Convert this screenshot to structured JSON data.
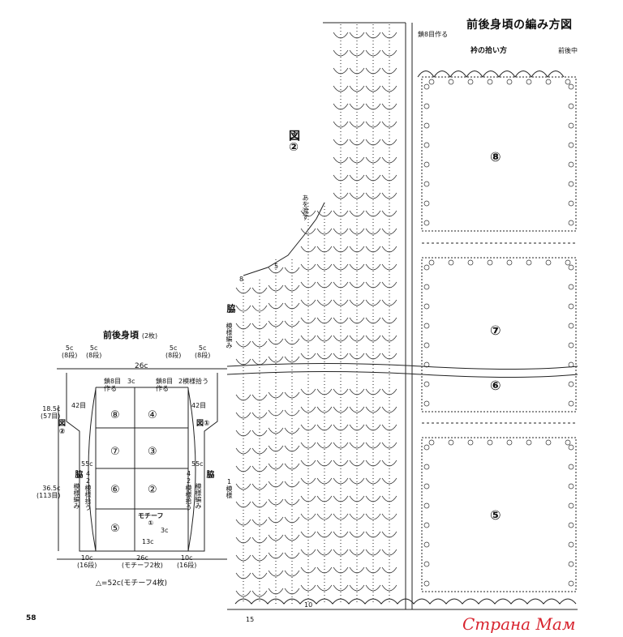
{
  "main_chart": {
    "title": "前後身頃の編み方図",
    "annotations": {
      "chain8_top": "鎖8目作る",
      "collar_pickup": "衿の拾い方",
      "collar_right": "前後中",
      "figure2": "図②",
      "side_label": "脇",
      "side_pattern": "模様編み",
      "pattern1": "1模様",
      "a_label": "あを渡す",
      "num_8": "8",
      "num_5": "5",
      "num_10": "10",
      "num_15": "15"
    },
    "motifs": [
      "⑧",
      "⑦",
      "⑥",
      "⑤"
    ]
  },
  "small_diagram": {
    "title": "前後身頃",
    "title_note": "(2枚)",
    "top_dims": [
      {
        "c": "5c",
        "rows": "(8段)"
      },
      {
        "c": "5c",
        "rows": "(8段)"
      },
      {
        "c": "5c",
        "rows": "(8段)"
      },
      {
        "c": "5c",
        "rows": "(8段)"
      }
    ],
    "top_width": "26c",
    "chain8_left": "鎖8目\n作る",
    "chain8_right": "鎖8目\n作る",
    "two_pattern": "2模様拾う",
    "left_dim": "18.5c",
    "left_dim_rows": "(57目)",
    "left_42": "42目",
    "left_fig": "図\n②",
    "right_42": "42目",
    "right_fig": "図①",
    "height_dim": "36.5c",
    "height_rows": "(113目)",
    "side_left_55c": "55c",
    "side_left_pickup": "42模様拾う",
    "side_left_label": "脇",
    "side_left_pattern": "模様編み",
    "side_right_55c": "55c",
    "side_right_pickup": "42模様拾う",
    "side_right_label": "脇",
    "side_right_pattern": "模様編み",
    "grid": [
      "⑧",
      "④",
      "⑦",
      "③",
      "⑥",
      "②",
      "⑤",
      "モチーフ\n①"
    ],
    "label_3c_top": "3c",
    "label_3c": "3c",
    "label_13c": "13c",
    "bottom_left": "10c",
    "bottom_left_rows": "(16段)",
    "bottom_mid": "26c",
    "bottom_mid_note": "(モチーフ2枚)",
    "bottom_right": "10c",
    "bottom_right_rows": "(16段)",
    "triangle_note": "△=52c(モチーフ4枚)"
  },
  "page_number": "58",
  "watermark": "Страна Мам"
}
